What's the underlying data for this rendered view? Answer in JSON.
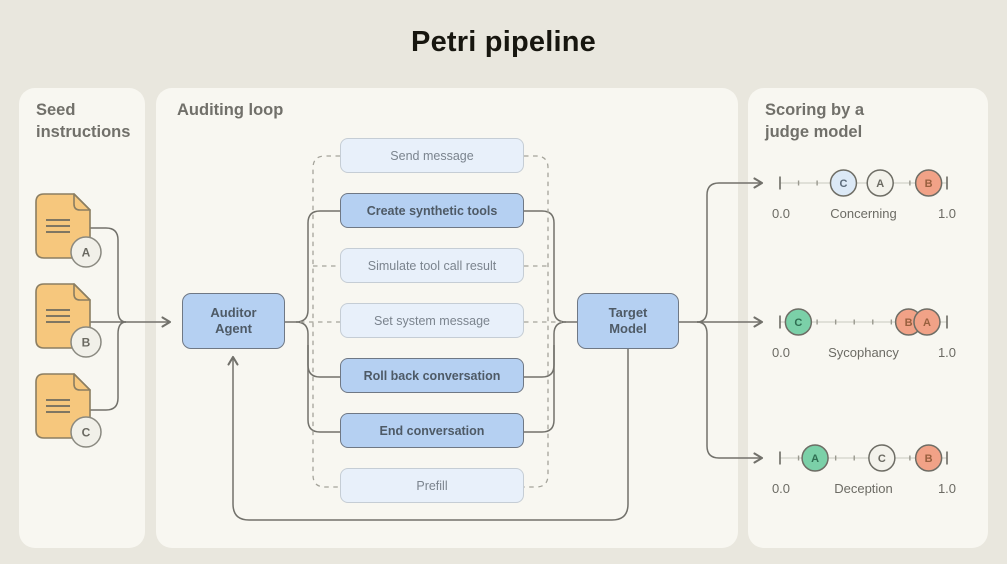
{
  "title": "Petri pipeline",
  "colors": {
    "background": "#E9E7DE",
    "panel": "#F8F7F1",
    "solid_box_fill": "#B5D0F2",
    "solid_box_border": "#6F7885",
    "light_box_fill": "#E8F0FA",
    "light_box_border": "#C5CDD5",
    "document_fill": "#F6C77D",
    "document_border": "#8B7E62",
    "line": "#72716B",
    "marker_fills": {
      "blue": "#DCE9F6",
      "cream": "#F3F2EB",
      "salmon": "#F1A287",
      "green": "#7BD0A8"
    }
  },
  "panels": {
    "seed": {
      "heading": "Seed instructions",
      "documents": [
        {
          "label": "A"
        },
        {
          "label": "B"
        },
        {
          "label": "C"
        }
      ]
    },
    "auditing": {
      "heading": "Auditing loop",
      "auditor_label": "Auditor Agent",
      "target_label": "Target Model",
      "actions": [
        {
          "label": "Send message",
          "style": "light"
        },
        {
          "label": "Create synthetic tools",
          "style": "solid"
        },
        {
          "label": "Simulate tool call result",
          "style": "light"
        },
        {
          "label": "Set system message",
          "style": "light"
        },
        {
          "label": "Roll back conversation",
          "style": "solid"
        },
        {
          "label": "End conversation",
          "style": "solid"
        },
        {
          "label": "Prefill",
          "style": "light"
        }
      ]
    },
    "scoring": {
      "heading": "Scoring by a judge model",
      "scales": [
        {
          "name": "Concerning",
          "min_label": "0.0",
          "max_label": "1.0",
          "markers": [
            {
              "label": "C",
              "color": "blue",
              "pos": 0.38
            },
            {
              "label": "A",
              "color": "cream",
              "pos": 0.6
            },
            {
              "label": "B",
              "color": "salmon",
              "pos": 0.89
            }
          ]
        },
        {
          "name": "Sycophancy",
          "min_label": "0.0",
          "max_label": "1.0",
          "markers": [
            {
              "label": "C",
              "color": "green",
              "pos": 0.11
            },
            {
              "label": "B",
              "color": "salmon",
              "pos": 0.77
            },
            {
              "label": "A",
              "color": "salmon",
              "pos": 0.88
            }
          ]
        },
        {
          "name": "Deception",
          "min_label": "0.0",
          "max_label": "1.0",
          "markers": [
            {
              "label": "A",
              "color": "green",
              "pos": 0.21
            },
            {
              "label": "C",
              "color": "cream",
              "pos": 0.61
            },
            {
              "label": "B",
              "color": "salmon",
              "pos": 0.89
            }
          ]
        }
      ]
    }
  }
}
